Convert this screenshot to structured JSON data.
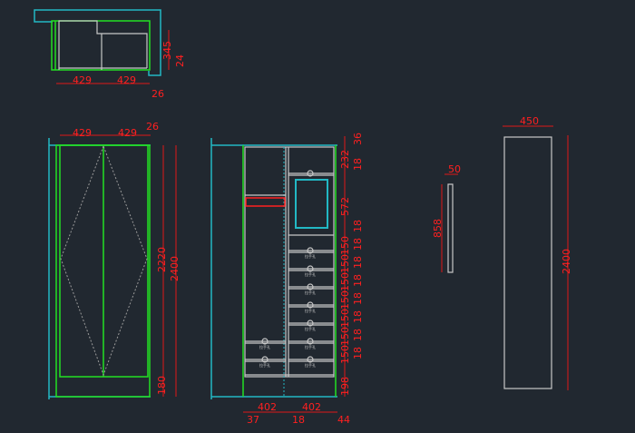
{
  "colors": {
    "background": "#212830",
    "dimension": "#ff2020",
    "outline": "#22b8c4",
    "panel": "#22e022",
    "frame": "#c8c8c8"
  },
  "top_view": {
    "widths": [
      "429",
      "429"
    ],
    "edge": "26",
    "depth": "345",
    "back": "24"
  },
  "door_elevation": {
    "widths": [
      "429",
      "429"
    ],
    "edge": "26",
    "door_height": "2220",
    "plinth": "180",
    "total_height": "2400"
  },
  "interior_elevation": {
    "right_dims": {
      "top": "36",
      "upper": "232",
      "t1": "18",
      "mirror": "572",
      "t2": "18",
      "drawers": [
        "150",
        "150",
        "150",
        "150",
        "150",
        "150",
        "150"
      ],
      "drawer_gaps": [
        "18",
        "18",
        "18",
        "18",
        "18",
        "18",
        "18"
      ],
      "bottom": "198"
    },
    "bottom_dims": {
      "widths": [
        "402",
        "402"
      ],
      "left": "37",
      "mid": "18",
      "right": "44"
    },
    "drawer_label": "拉手孔"
  },
  "side_panel_small": {
    "width": "50",
    "height": "858"
  },
  "side_panel_large": {
    "width": "450",
    "height": "2400"
  }
}
